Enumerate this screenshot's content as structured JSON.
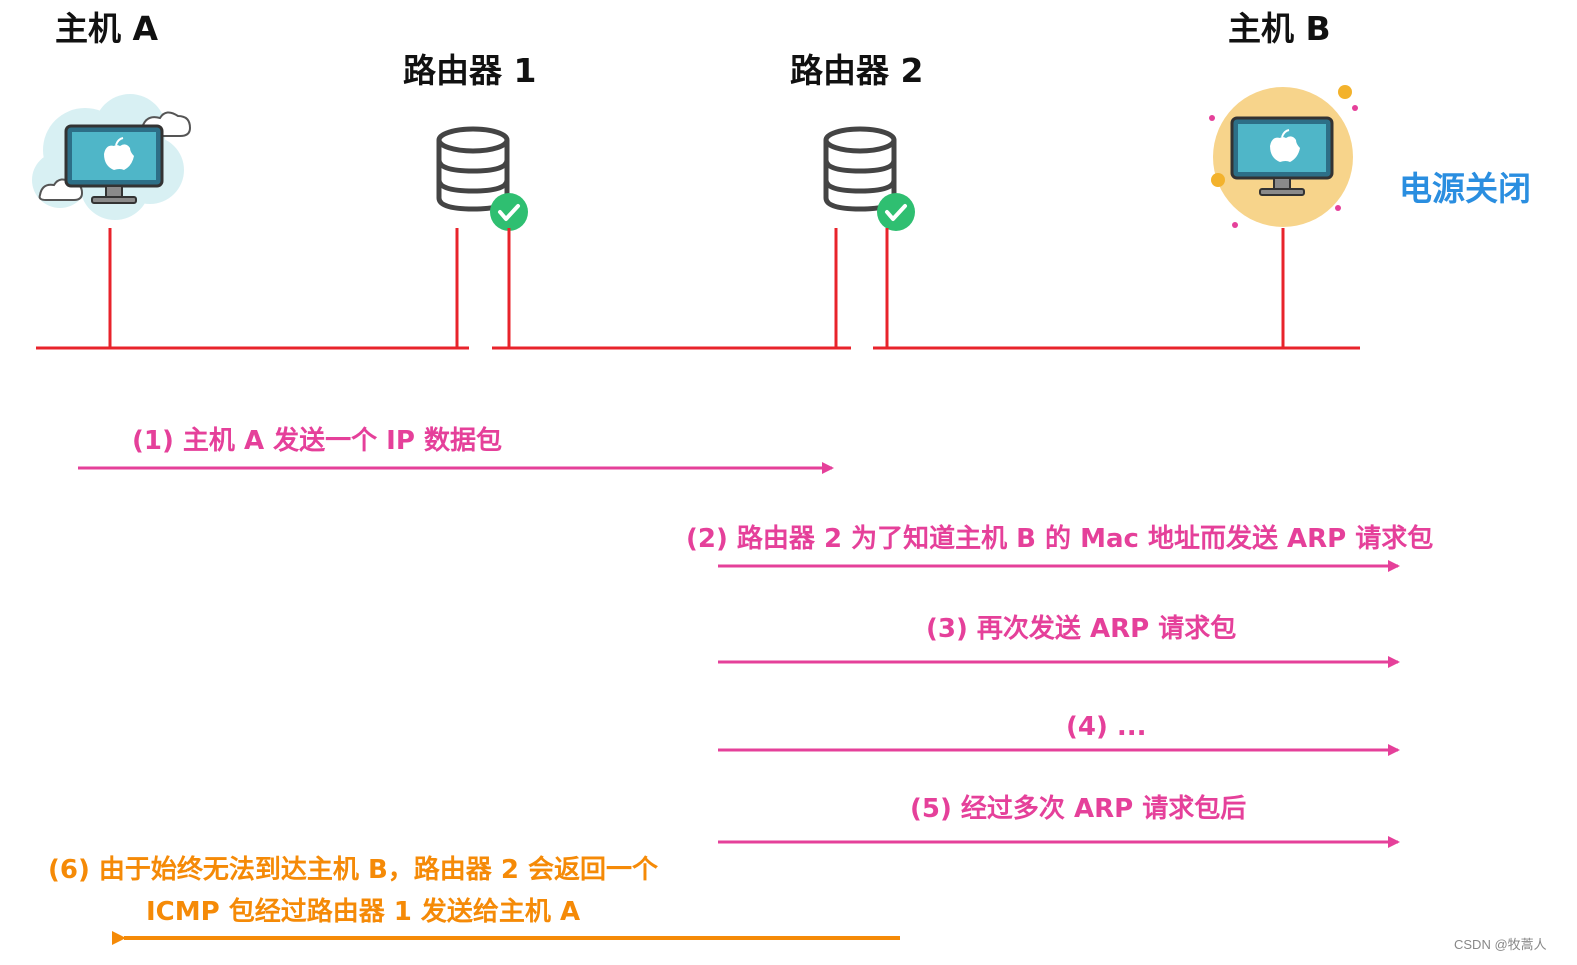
{
  "colors": {
    "wire": "#e8232b",
    "step_pink": "#e5409a",
    "step_orange": "#f58a07",
    "status_blue": "#2a8ee0",
    "check_green": "#2fbf71",
    "label": "#111111"
  },
  "nodes": {
    "host_a": {
      "label": "主机 A",
      "icon": "cloud-computer-icon"
    },
    "router_1": {
      "label": "路由器 1",
      "icon": "database-check-icon"
    },
    "router_2": {
      "label": "路由器 2",
      "icon": "database-check-icon"
    },
    "host_b": {
      "label": "主机 B",
      "icon": "computer-sun-icon",
      "status": "电源关闭"
    }
  },
  "steps": [
    {
      "label": "(1) 主机 A 发送一个 IP 数据包"
    },
    {
      "label": "(2) 路由器 2 为了知道主机 B 的 Mac 地址而发送 ARP 请求包"
    },
    {
      "label": "(3) 再次发送 ARP 请求包"
    },
    {
      "label": "(4) ..."
    },
    {
      "label": "(5) 经过多次 ARP 请求包后"
    },
    {
      "label_line1": "(6) 由于始终无法到达主机 B，路由器 2 会返回一个",
      "label_line2": "ICMP 包经过路由器 1 发送给主机 A"
    }
  ],
  "watermark": "CSDN @牧蒿人"
}
